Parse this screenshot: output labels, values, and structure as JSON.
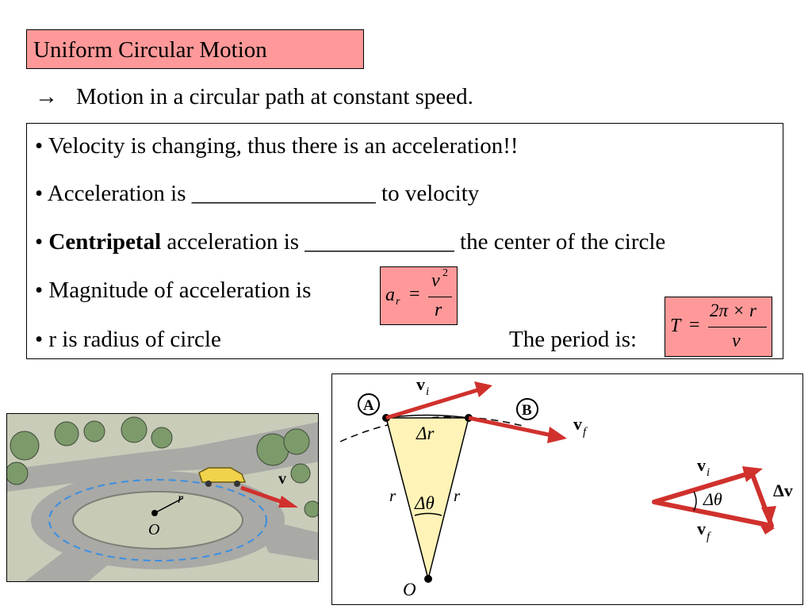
{
  "title": "Uniform Circular Motion",
  "subtitle": {
    "arrow": "→",
    "text": "Motion in a circular path at constant speed."
  },
  "bullets": {
    "b1": "•  Velocity is changing, thus there is an acceleration!!",
    "b2": "•  Acceleration is ________________ to velocity",
    "b3_prefix": "• ",
    "b3_bold": "Centripetal",
    "b3_rest": " acceleration is _____________ the center of the circle",
    "b4": "•  Magnitude of acceleration is",
    "b5": "•  r is radius of circle",
    "period_label": "The period is:"
  },
  "formula_accel": {
    "lhs": "a",
    "lhs_sub": "r",
    "eq": "=",
    "num": "v",
    "num_sup": "2",
    "den": "r"
  },
  "formula_period": {
    "lhs": "T",
    "eq": "=",
    "num": "2π × r",
    "den": "v"
  },
  "diagram_left": {
    "label_r": "r",
    "label_o": "O",
    "label_v": "v"
  },
  "diagram_right": {
    "label_a": "A",
    "label_b": "B",
    "vi": "v",
    "vi_sub": "i",
    "vf": "v",
    "vf_sub": "f",
    "delta_r": "Δr",
    "r_left": "r",
    "r_right": "r",
    "delta_theta": "Δθ",
    "o": "O",
    "tri_vi": "v",
    "tri_vi_sub": "i",
    "tri_vf": "v",
    "tri_vf_sub": "f",
    "tri_dtheta": "Δθ",
    "tri_dv": "Δv"
  },
  "colors": {
    "title_bg": "#ff9999",
    "vector_red": "#d0312d",
    "sector_fill": "#fff3b8",
    "path_blue": "#3b8fe0"
  }
}
